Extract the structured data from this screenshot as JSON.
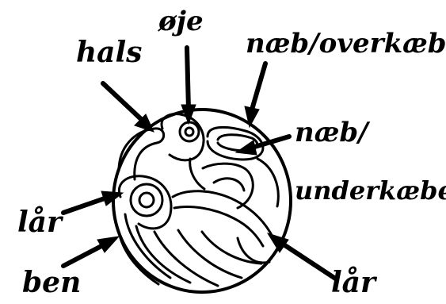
{
  "labels": {
    "eye": "øje",
    "neck": "hals",
    "upper_beak": "næb/overkæbe",
    "lower_beak_line1": "næb/",
    "lower_beak_line2": "underkæbe",
    "thigh_left": "lår",
    "leg": "ben",
    "thigh_right": "lår"
  },
  "colors": {
    "ink": "#000000",
    "background": "#ffffff"
  }
}
